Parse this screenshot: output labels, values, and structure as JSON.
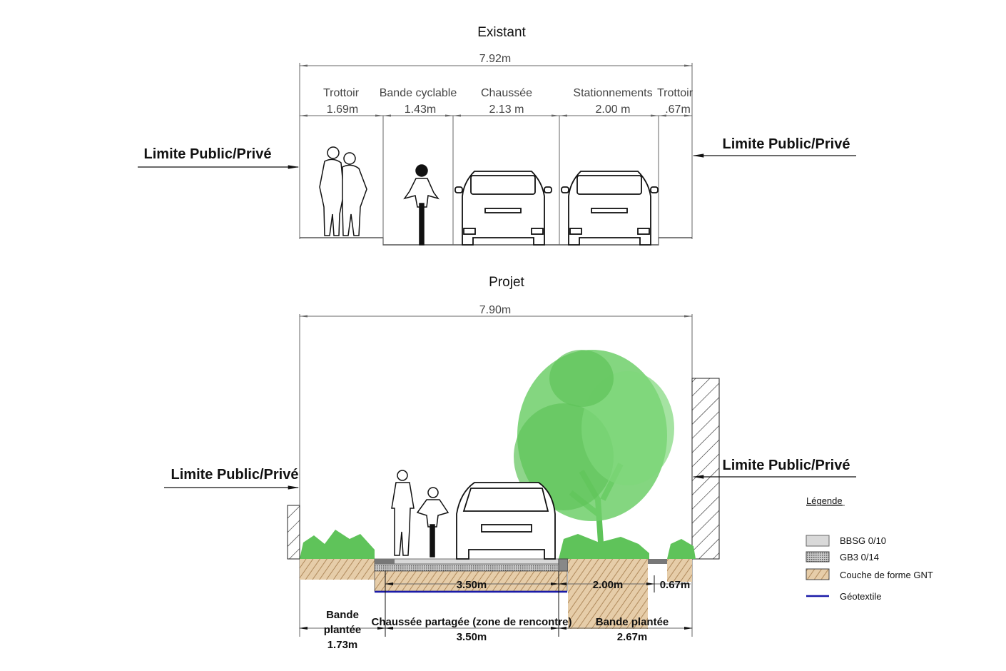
{
  "existing": {
    "title": "Existant",
    "total_width": "7.92m",
    "segments": [
      {
        "label": "Trottoir",
        "width": "1.69m"
      },
      {
        "label": "Bande cyclable",
        "width": "1.43m"
      },
      {
        "label": "Chaussée",
        "width": "2.13 m"
      },
      {
        "label": "Stationnements",
        "width": "2.00 m"
      },
      {
        "label": "Trottoir",
        "width": ".67m"
      }
    ],
    "limit_left": "Limite Public/Privé",
    "limit_right": "Limite Public/Privé"
  },
  "project": {
    "title": "Projet",
    "total_width": "7.90m",
    "limit_left": "Limite Public/Privé",
    "limit_right": "Limite Public/Privé",
    "inner_dims": [
      "3.50m",
      "2.00m",
      "0.67m"
    ],
    "segments": [
      {
        "label_1": "Bande",
        "label_2": "plantée",
        "width": "1.73m"
      },
      {
        "label": "Chaussée partagée (zone de rencontre)",
        "width": "3.50m"
      },
      {
        "label": "Bande plantée",
        "width": "2.67m"
      }
    ]
  },
  "legend": {
    "title": "Légende",
    "items": [
      {
        "label": "BBSG 0/10",
        "color": "#d9d9d9"
      },
      {
        "label": "GB3 0/14",
        "color": "#888888"
      },
      {
        "label": "Couche de forme GNT",
        "color": "#e3c9a6"
      },
      {
        "label": "Géotextile",
        "color": "#1a1aa8"
      }
    ]
  },
  "colors": {
    "vegetation": "#5fc35a",
    "soil": "#dcbf98"
  }
}
